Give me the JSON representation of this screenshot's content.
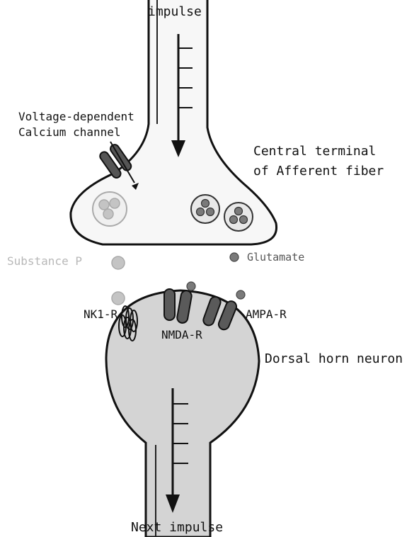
{
  "labels": {
    "impulse": "impulse",
    "vdcc_line1": "Voltage-dependent",
    "vdcc_line2": "Calcium channel",
    "terminal_line1": "Central terminal",
    "terminal_line2": "of Afferent fiber",
    "substance_p": "Substance P",
    "glutamate": "Glutamate",
    "nk1r": "NK1-R",
    "nmdar": "NMDA-R",
    "ampar": "AMPA-R",
    "dorsal_horn": "Dorsal horn neuron",
    "next_impulse": "Next impulse"
  },
  "colors": {
    "outline": "#111111",
    "terminal_fill": "#f7f7f7",
    "neuron_fill": "#d4d4d4",
    "substance_p": "#c4c4c4",
    "glutamate": "#7a7a7a",
    "receptor": "#5a5a5a"
  }
}
